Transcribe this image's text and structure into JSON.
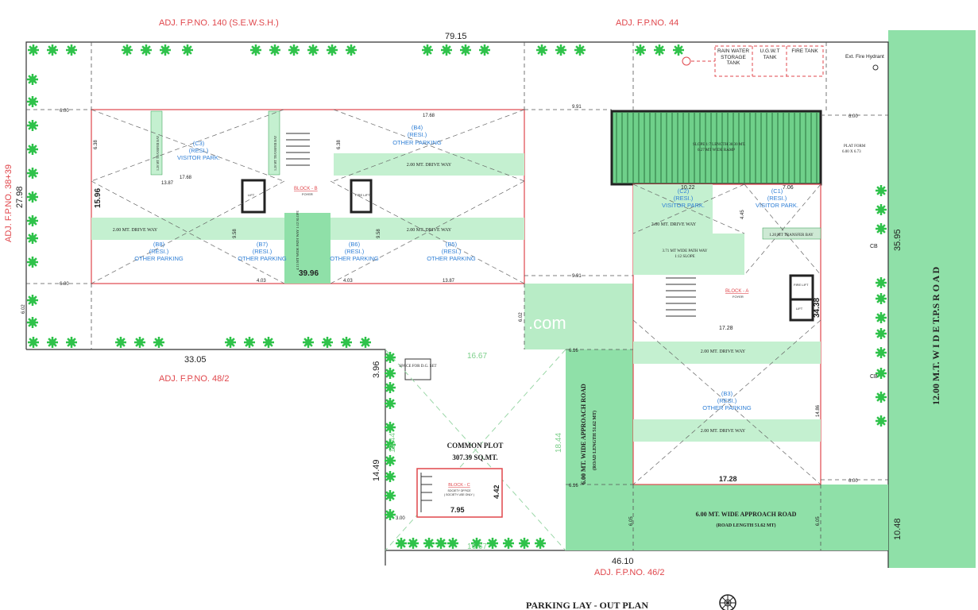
{
  "title": "PARKING  LAY - OUT PLAN",
  "colors": {
    "road_green": "#8fe0a8",
    "drive_green": "#c4f0d0",
    "ramp_green": "#2e9a4a",
    "boundary_red": "#e0474c",
    "label_blue": "#2f7fd6",
    "tree_green": "#2fc24a"
  },
  "icons": [
    "tree-icon",
    "north-compass-icon",
    "fire-hydrant-icon",
    "catch-basin-icon"
  ],
  "adjacent": {
    "top_left": "ADJ.  F.P.NO. 140 (S.E.W.S.H.)",
    "top_right": "ADJ.  F.P.NO. 44",
    "left": "ADJ.  F.P.NO. 38+39",
    "bottom_left": "ADJ.  F.P.NO. 48/2",
    "bottom_right": "ADJ.  F.P.NO. 46/2"
  },
  "road": "12.00  M.T.  W I D E  T.P.S  R O A D",
  "dimensions": {
    "top": "79.15",
    "left": "27.98",
    "bottom_left": "33.05",
    "bottom": "46.10",
    "right": "35.95",
    "right_low": "10.48",
    "common_left": "3.96",
    "common_height": "14.49",
    "block_b_width": "39.96",
    "block_b_height": "15.96",
    "block_a_height": "34.38",
    "setback": "6.00",
    "d917": "9.91",
    "d1768": "17.68",
    "d1387": "13.87",
    "d403": "4.03",
    "d958": "9.58",
    "d638": "6.38",
    "d1728": "17.28",
    "d1022": "10.22",
    "d706": "7.06",
    "d445": "4.45",
    "d616": "6.16",
    "d605": "6.05",
    "d1667": "16.67",
    "d1844": "18.44",
    "d795": "7.95",
    "d442": "4.42",
    "d300": "3.00",
    "d602": "6.02",
    "d1486": "14.86"
  },
  "block_b": {
    "name": "BLOCK - B",
    "sub": "FOYER",
    "b4": [
      "(B4)",
      "(RESI.)",
      "OTHER PARKING"
    ],
    "c3": [
      "(C3)",
      "(RESI.)",
      "VISITOR PARK."
    ],
    "b8": [
      "(B8)",
      "(RESI.)",
      "OTHER PARKING"
    ],
    "b7": [
      "(B7)",
      "(RESI.)",
      "OTHER PARKING"
    ],
    "b6": [
      "(B6)",
      "(RESI.)",
      "OTHER PARKING"
    ],
    "b5": [
      "(B5)",
      "(RESI.)",
      "OTHER PARKING"
    ],
    "driveway": "2.00 MT. DRIVE WAY",
    "pathway": "4.13 MT WIDE PATH WAY 1:12 SLOPE",
    "transfer_bay": "1.20 MT TRANSFER BAY",
    "lift": "LIFT",
    "fire_lift": "FIRE LIFT"
  },
  "block_a": {
    "name": "BLOCK - A",
    "sub": "FOYER",
    "ramp": "SLOPE 1:7  LENGTH 38.30 MT.",
    "ramp2": "6.27 MT WIDE RAMP",
    "platform": "PLAT FORM",
    "platform_size": "6.00 X 6.73",
    "c2": [
      "(C2)",
      "(RESI.)",
      "VISITOR PARK."
    ],
    "c1": [
      "(C1)",
      "(RESI.)",
      "VISITOR PARK."
    ],
    "b3": [
      "(B3)",
      "(RESI.)",
      "OTHER PARKING"
    ],
    "driveway": "2.00 MT. DRIVE WAY",
    "pathway": "3.71 MT WIDE PATH WAY",
    "pathway_slope": "1:12 SLOPE",
    "transfer_bay": "1.20 MT TRANSFER BAY",
    "lift": "LIFT",
    "fire_lift": "FIRE LIFT"
  },
  "services": {
    "rain": "RAIN WATER STORAGE TANK",
    "ugwt": "U.G.W.T TANK",
    "fire": "FIRE TANK",
    "hydrant": "Ext. Fire Hydrant",
    "cb": "CB"
  },
  "common_plot": {
    "title": "COMMON PLOT",
    "area": "307.39 SQ.MT.",
    "dg": "SPACE FOR D.G. SET"
  },
  "block_c": {
    "name": "BLOCK - C",
    "sub": "SOCIETY OFFICE",
    "sub2": "( SOCIETY USE ONLY )"
  },
  "approach": {
    "label": "6.00 MT. WIDE APPROACH ROAD",
    "length": "(ROAD LENGTH 51.62 MT)"
  },
  "watermark": ".com"
}
